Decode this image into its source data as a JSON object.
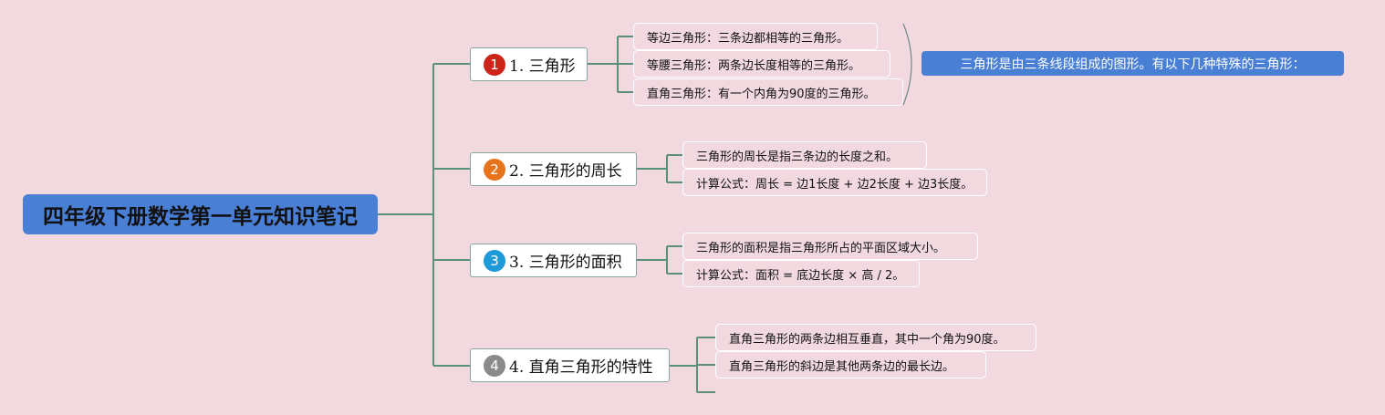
{
  "root": {
    "title": "四年级下册数学第一单元知识笔记"
  },
  "branches": [
    {
      "number": "1",
      "label": "1. 三角形",
      "badge_color": "#cc2418",
      "items": [
        "等边三角形：三条边都相等的三角形。",
        "等腰三角形：两条边长度相等的三角形。",
        "直角三角形：有一个内角为90度的三角形。"
      ],
      "summary": "三角形是由三条线段组成的图形。有以下几种特殊的三角形："
    },
    {
      "number": "2",
      "label": "2. 三角形的周长",
      "badge_color": "#e8731d",
      "items": [
        "三角形的周长是指三条边的长度之和。",
        "计算公式：周长 = 边1长度 + 边2长度 + 边3长度。"
      ]
    },
    {
      "number": "3",
      "label": "3. 三角形的面积",
      "badge_color": "#1f9ad9",
      "items": [
        "三角形的面积是指三角形所占的平面区域大小。",
        "计算公式：面积 = 底边长度 × 高 / 2。"
      ]
    },
    {
      "number": "4",
      "label": "4. 直角三角形的特性",
      "badge_color": "#8a8a8a",
      "items": [
        "直角三角形的两条边相互垂直，其中一个角为90度。",
        "直角三角形的斜边是其他两条边的最长边。"
      ]
    }
  ],
  "colors": {
    "background": "#f2d9e0",
    "root": "#4a7fd6",
    "connector": "#5a8f7b"
  }
}
